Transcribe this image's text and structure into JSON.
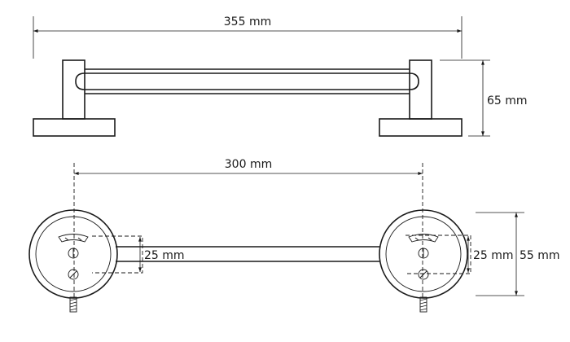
{
  "drawing": {
    "dimensions": {
      "overall_length": "355 mm",
      "height": "65 mm",
      "mounting_distance": "300 mm",
      "bar_width": "25 mm",
      "slot_width": "25 mm",
      "base_diameter": "55 mm"
    }
  }
}
